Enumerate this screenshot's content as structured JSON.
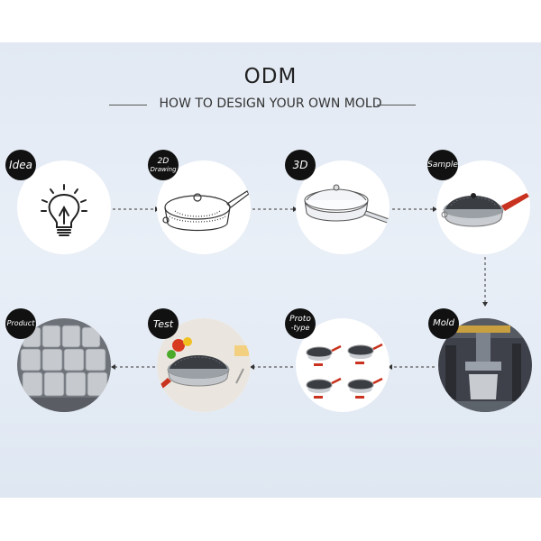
{
  "header": {
    "title": "ODM",
    "subtitle": "HOW TO DESIGN YOUR OWN MOLD"
  },
  "steps": [
    {
      "label": "Idea",
      "icon": "lightbulb-icon"
    },
    {
      "label": "2D Drawing",
      "line1": "2D",
      "line2": "Drawing",
      "icon": "pan-line-drawing-icon"
    },
    {
      "label": "3D",
      "icon": "pan-3d-model-icon"
    },
    {
      "label": "Sample",
      "icon": "sample-pan-icon"
    },
    {
      "label": "Mold",
      "icon": "mold-machine-icon"
    },
    {
      "label": "Proto-type",
      "line1": "Proto",
      "line2": "-type",
      "icon": "prototype-pans-icon"
    },
    {
      "label": "Test",
      "icon": "test-cooking-icon"
    },
    {
      "label": "Product",
      "icon": "stacked-products-icon"
    }
  ],
  "colors": {
    "accent_red": "#c8321e",
    "badge": "#111111",
    "background": "#e6edf5"
  }
}
